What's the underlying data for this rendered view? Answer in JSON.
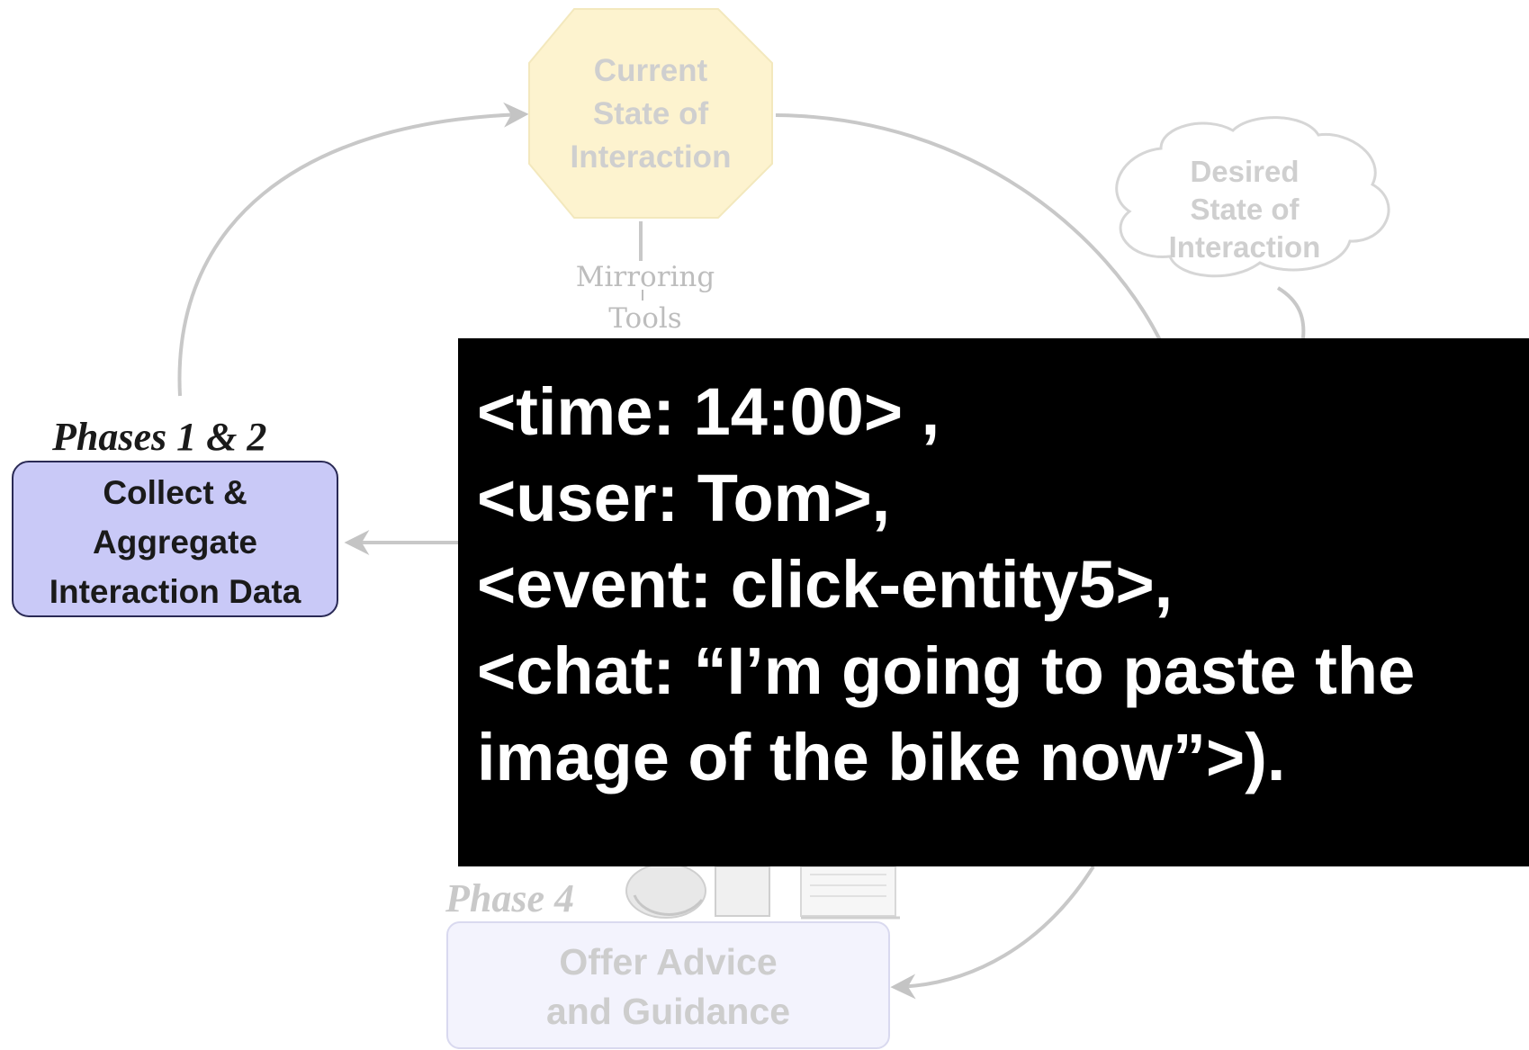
{
  "nodes": {
    "current_state": {
      "lines": [
        "Current",
        "State of",
        "Interaction"
      ]
    },
    "desired_state": {
      "lines": [
        "Desired",
        "State of",
        "Interaction"
      ]
    },
    "mirroring_tools": {
      "lines": [
        "Mirroring",
        "Tools"
      ]
    },
    "collect_aggregate": {
      "phase": "Phases 1 & 2",
      "lines": [
        "Collect &",
        "Aggregate",
        "Interaction Data"
      ]
    },
    "offer_advice": {
      "phase": "Phase 4",
      "lines": [
        "Offer Advice",
        "and Guidance"
      ]
    }
  },
  "overlay": {
    "lines": [
      "<time: 14:00> ,",
      "<user: Tom>,",
      "<event: click-entity5>,",
      "<chat: “I’m going to paste the",
      "image of the bike now”>)."
    ]
  },
  "colors": {
    "current_state_fill": "#fdf3cf",
    "collect_fill": "#c9c9f7",
    "offer_fill": "#f3f3fd",
    "connector": "#c8c8c8",
    "overlay_bg": "#000000",
    "overlay_text": "#ffffff"
  },
  "icons": [
    "octagon-shape",
    "cloud-shape",
    "arrow-head",
    "person-at-computer-icon"
  ]
}
